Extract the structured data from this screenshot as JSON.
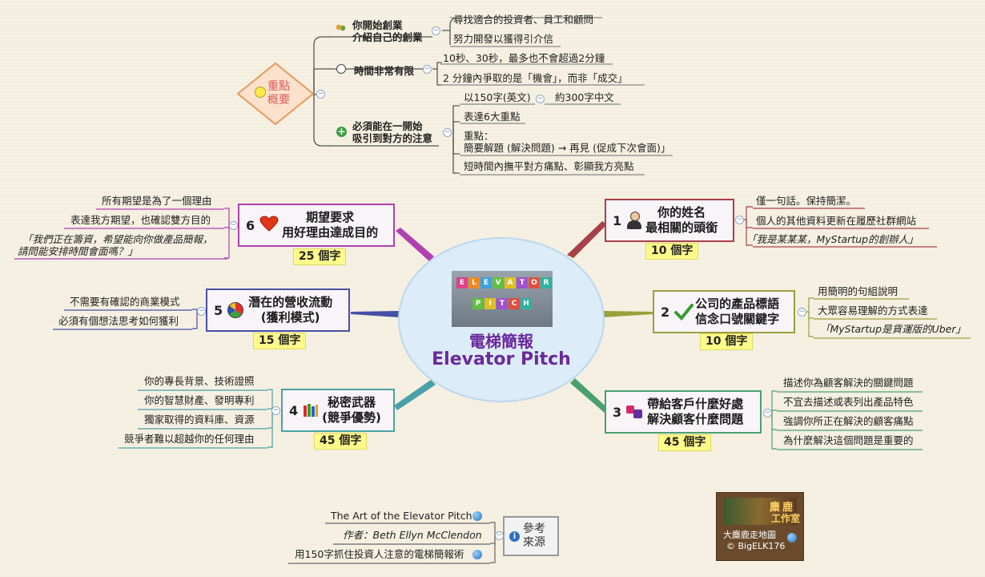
{
  "center": {
    "title": "電梯簡報",
    "subtitle": "Elevator Pitch",
    "image_letters_row1": [
      "E",
      "L",
      "E",
      "V",
      "A",
      "T",
      "O",
      "R"
    ],
    "image_letters_row2": [
      "P",
      "I",
      "T",
      "C",
      "H"
    ]
  },
  "key_points": {
    "label_line1": "重點",
    "label_line2": "概要",
    "groups": [
      {
        "title_line1": "你開始創業",
        "title_line2": "介紹自己的創業",
        "items": [
          "尋找適合的投資者、員工和顧問",
          "努力開發以獲得引介信"
        ]
      },
      {
        "title_line1": "時間非常有限",
        "title_line2": "",
        "items": [
          "10秒、30秒，最多也不會超過2分鐘",
          "2 分鐘內爭取的是「機會」，而非「成交」"
        ]
      },
      {
        "title_line1": "必須能在一開始",
        "title_line2": "吸引到對方的注意",
        "items": [
          "以150字(英文)",
          "約300字中文",
          "表達6大重點",
          "重點：",
          "簡要解題 (解決問題) → 再見 (促成下次會面)」",
          "短時間內撫平對方痛點、彰顯我方亮點"
        ]
      }
    ]
  },
  "topics": [
    {
      "num": "1",
      "line1": "你的姓名",
      "line2": "最相關的頭銜",
      "words": "10 個字",
      "details": [
        "僅一句話。保持簡潔。",
        "個人的其他資料更新在履歷社群網站",
        "「我是某某某，MyStartup的創辦人」"
      ]
    },
    {
      "num": "2",
      "line1": "公司的產品標語",
      "line2": "信念口號關鍵字",
      "words": "10 個字",
      "details": [
        "用簡明的句組說明",
        "大眾容易理解的方式表達",
        "「MyStartup是貨運版的Uber」"
      ]
    },
    {
      "num": "3",
      "line1": "帶給客戶什麼好處",
      "line2": "解決顧客什麼問題",
      "words": "45 個字",
      "details": [
        "描述你為顧客解決的關鍵問題",
        "不宜去描述或表列出產品特色",
        "強調你所正在解決的顧客痛點",
        "為什麼解決這個問題是重要的"
      ]
    },
    {
      "num": "4",
      "line1": "秘密武器",
      "line2": "(競爭優勢)",
      "words": "45 個字",
      "details": [
        "你的專長背景、技術證照",
        "你的智慧財產、發明專利",
        "獨家取得的資料庫、資源",
        "競爭者難以超越你的任何理由"
      ]
    },
    {
      "num": "5",
      "line1": "潛在的營收流動",
      "line2": "(獲利模式)",
      "words": "15 個字",
      "details": [
        "不需要有確認的商業模式",
        "必須有個想法思考如何獲利"
      ]
    },
    {
      "num": "6",
      "line1": "期望要求",
      "line2": "用好理由達成目的",
      "words": "25 個字",
      "details": [
        "所有期望是為了一個理由",
        "表達我方期望，也確認雙方目的",
        "「我們正在籌資，希望能向你做產品簡報，",
        "請問能安排時間會面嗎？」"
      ]
    }
  ],
  "references": {
    "label_line1": "參考",
    "label_line2": "來源",
    "items": [
      "The Art of the Elevator Pitch",
      "作者：Beth Ellyn McClendon",
      "用150字抓住投資人注意的電梯簡報術"
    ]
  },
  "logo": {
    "caption_line1": "大麋鹿走地圖",
    "caption_line2": "© BigELK176",
    "emblem_chars": [
      "麋",
      "鹿",
      "工",
      "作",
      "室"
    ]
  },
  "colors": {
    "topic1": "#a8404a",
    "topic2": "#9aa03c",
    "topic3": "#4aa070",
    "topic4": "#4aa0a8",
    "topic5": "#4650a8",
    "topic6": "#b040b0",
    "keypoints": "#e89a5a",
    "reference": "#888888"
  }
}
